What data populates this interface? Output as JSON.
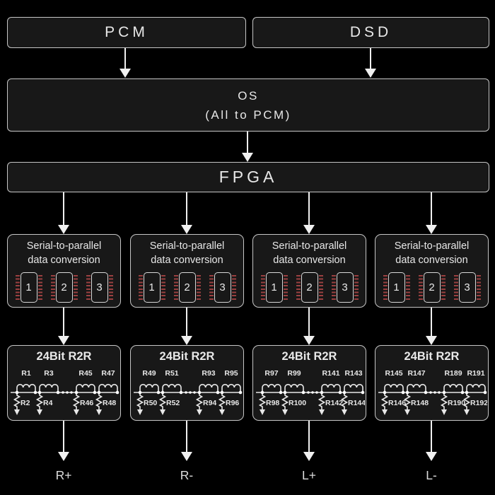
{
  "diagram": {
    "inputs": {
      "pcm": "PCM",
      "dsd": "DSD"
    },
    "os": {
      "line1": "OS",
      "line2": "(All to PCM)"
    },
    "fpga": {
      "label": "FPGA"
    },
    "serial_blocks": [
      {
        "line1": "Serial-to-parallel",
        "line2": "data conversion",
        "chips": [
          "1",
          "2",
          "3"
        ]
      },
      {
        "line1": "Serial-to-parallel",
        "line2": "data conversion",
        "chips": [
          "1",
          "2",
          "3"
        ]
      },
      {
        "line1": "Serial-to-parallel",
        "line2": "data conversion",
        "chips": [
          "1",
          "2",
          "3"
        ]
      },
      {
        "line1": "Serial-to-parallel",
        "line2": "data conversion",
        "chips": [
          "1",
          "2",
          "3"
        ]
      }
    ],
    "r2r_blocks": [
      {
        "title": "24Bit R2R",
        "top_resistors": [
          "R1",
          "R3",
          "R45",
          "R47"
        ],
        "bottom_resistors": [
          "R2",
          "R4",
          "R46",
          "R48"
        ]
      },
      {
        "title": "24Bit R2R",
        "top_resistors": [
          "R49",
          "R51",
          "R93",
          "R95"
        ],
        "bottom_resistors": [
          "R50",
          "R52",
          "R94",
          "R96"
        ]
      },
      {
        "title": "24Bit R2R",
        "top_resistors": [
          "R97",
          "R99",
          "R141",
          "R143"
        ],
        "bottom_resistors": [
          "R98",
          "R100",
          "R142",
          "R144"
        ]
      },
      {
        "title": "24Bit R2R",
        "top_resistors": [
          "R145",
          "R147",
          "R189",
          "R191"
        ],
        "bottom_resistors": [
          "R146",
          "R148",
          "R190",
          "R192"
        ]
      }
    ],
    "outputs": [
      "R+",
      "R-",
      "L+",
      "L-"
    ],
    "colors": {
      "background": "#000000",
      "box_fill": "#181818",
      "box_border": "#c6c6c6",
      "text": "#e8e8e8",
      "chip_pins": "#9a4040",
      "arrow": "#f0f0f0"
    }
  }
}
